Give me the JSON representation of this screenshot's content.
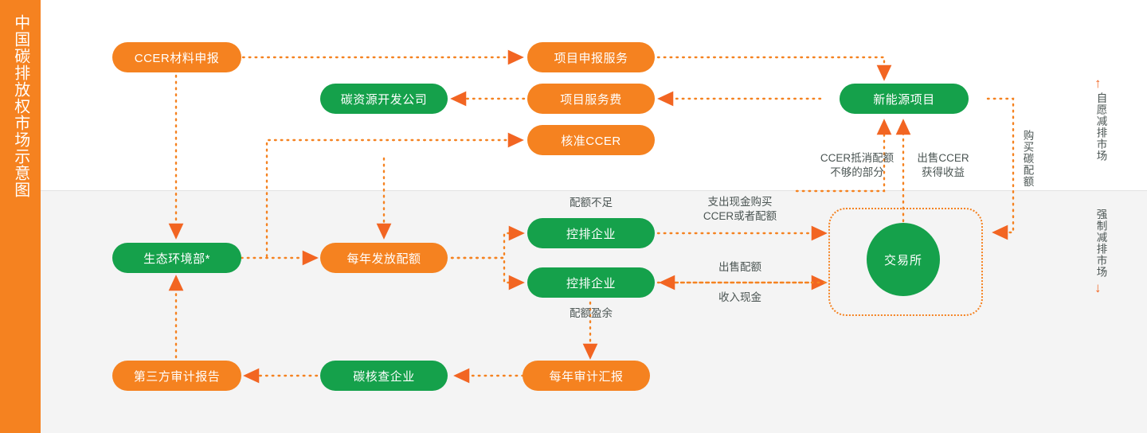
{
  "page": {
    "title": "中国碳排放权市场示意图",
    "colors": {
      "orange": "#f58220",
      "green": "#15a14b",
      "arrow": "#f26522",
      "band_top": "#ffffff",
      "band_bottom": "#f4f4f4",
      "label_text": "#4b5553"
    }
  },
  "rail": {
    "label": "中国碳排放权市场示意图"
  },
  "nodes": {
    "ccer_application": "CCER材料申报",
    "carbon_dev_company": "碳资源开发公司",
    "project_application_service": "项目申报服务",
    "project_service_fee": "项目服务费",
    "approved_ccer": "核准CCER",
    "new_energy_project": "新能源项目",
    "ministry_of_ecology": "生态环境部*",
    "annual_quota_issue": "每年发放配额",
    "controlled_enterprise_1": "控排企业",
    "controlled_enterprise_2": "控排企业",
    "exchange": "交易所",
    "third_party_audit_report": "第三方审计报告",
    "carbon_verification_company": "碳核查企业",
    "annual_audit_report": "每年审计汇报"
  },
  "edge_labels": {
    "ccer_offset_shortfall": "CCER抵消配额\n不够的部分",
    "ccer_offset_shortfall_l1": "CCER抵消配额",
    "ccer_offset_shortfall_l2": "不够的部分",
    "sell_ccer_gain_l1": "出售CCER",
    "sell_ccer_gain_l2": "获得收益",
    "buy_carbon_quota": "购买碳配额",
    "quota_shortage": "配额不足",
    "quota_surplus": "配额盈余",
    "spend_cash_buy_l1": "支出现金购买",
    "spend_cash_buy_l2": "CCER或者配额",
    "sell_quota": "出售配额",
    "receive_cash": "收入现金"
  },
  "markets": {
    "voluntary": {
      "label": "自愿减排市场",
      "arrow": "↑"
    },
    "mandatory": {
      "label": "强制减排市场",
      "arrow": "↓"
    }
  }
}
